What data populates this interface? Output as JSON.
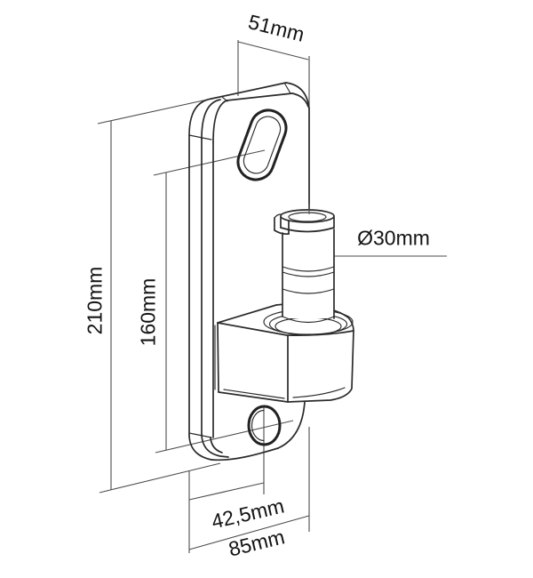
{
  "drawing": {
    "type": "technical-dimension-drawing",
    "subject": "wall-mount bracket with pivot pin",
    "unit": "mm",
    "labels": {
      "top_depth": "51mm",
      "overall_height": "210mm",
      "hole_spacing": "160mm",
      "pin_diameter": "Ø30mm",
      "bottom_hole_offset": "42,5mm",
      "bottom_width": "85mm"
    },
    "colors": {
      "background": "#ffffff",
      "part_line": "#2b2b2b",
      "dimension_line": "#4d4d4d",
      "text": "#131313"
    }
  }
}
